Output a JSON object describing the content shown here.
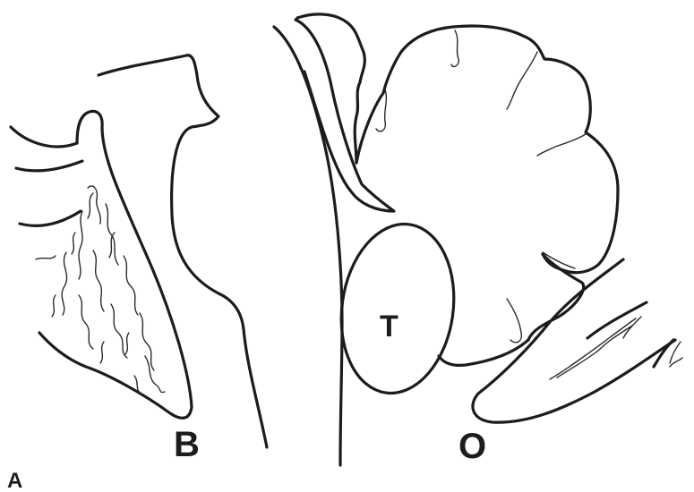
{
  "figure": {
    "panel_label": "A",
    "labels": {
      "left_structure": "B",
      "oval_mass": "T",
      "right_structure": "O"
    }
  }
}
